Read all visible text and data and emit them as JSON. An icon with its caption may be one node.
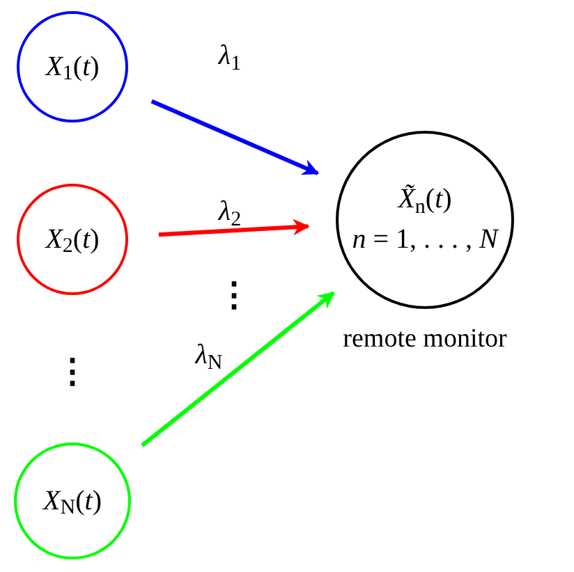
{
  "diagram": {
    "nodes": [
      {
        "text": [
          "*X*$_{1}$(*t*)"
        ]
      },
      {
        "text": [
          "*X*$_{2}$(*t*)"
        ]
      },
      {
        "text": [
          "*X*$_{N}$(*t*)"
        ]
      },
      {
        "text": [
          "*X̃*$_{n}$(*t*)",
          "*n* = 1, . . . , *N*"
        ],
        "beside": [
          "remote monitor"
        ]
      }
    ],
    "edges": [
      {
        "from": 0,
        "to": 3,
        "arrow": "to",
        "label": "*λ*$_{1}$",
        "color": "#0000ff"
      },
      {
        "from": 1,
        "to": 3,
        "arrow": "to",
        "label": "*λ*$_{2}$",
        "color": "#ff0000"
      },
      {
        "from": 2,
        "to": 3,
        "arrow": "to",
        "label": "*λ*$_{N}$",
        "color": "#00ff00"
      }
    ],
    "labels": [
      "⋮",
      "⋮"
    ]
  }
}
